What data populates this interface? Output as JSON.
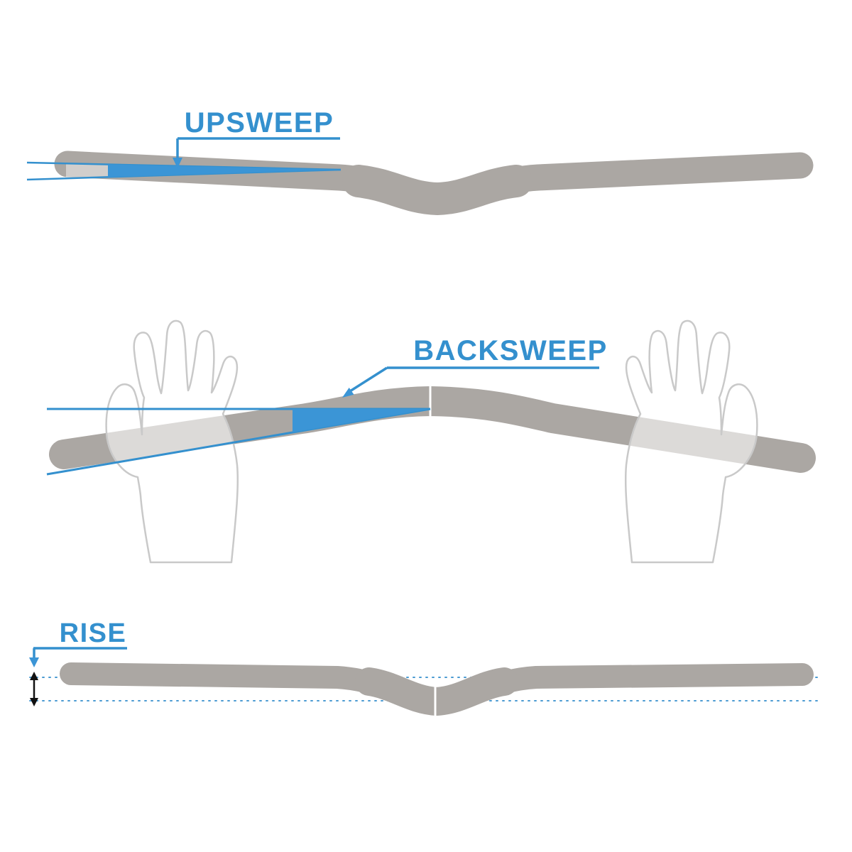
{
  "diagram": {
    "type": "handlebar-geometry-diagram",
    "background": "#FFFFFF",
    "colors": {
      "accent_blue": "#3490CE",
      "wedge_blue": "#3B95D6",
      "bar_gray": "#ABA7A3",
      "hand_outline_gray": "#C9C9C9",
      "rise_measure_black": "#111111"
    },
    "callouts": {
      "upsweep": "UPSWEEP",
      "backsweep": "BACKSWEEP",
      "rise": "RISE"
    }
  }
}
